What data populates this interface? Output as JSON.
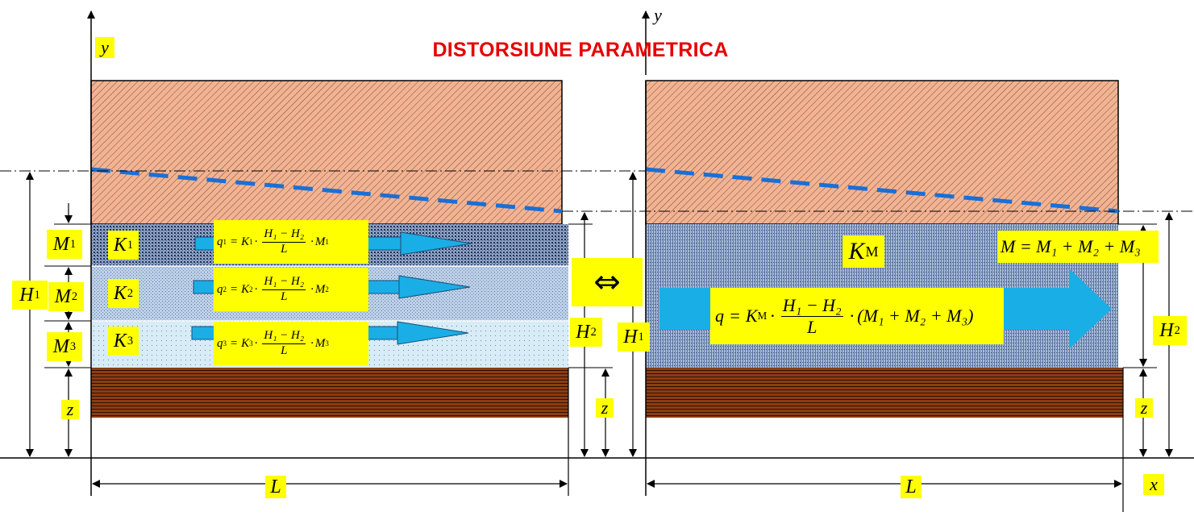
{
  "title": "DISTORSIUNE PARAMETRICA",
  "labels": {
    "y_left": "y",
    "y_right": "y",
    "x_axis": "x",
    "L": "L",
    "z": "z",
    "H": "H",
    "M": "M",
    "K": "K",
    "KM_sub": "M",
    "sub1": "1",
    "sub2": "2",
    "sub3": "3"
  },
  "formulas": {
    "q_prefix": "q",
    "K_symbol": "K",
    "fraction_num": "H₁ − H₂",
    "fraction_den": "L",
    "eq": "=",
    "dot": "·",
    "q_total_tail": "(M₁ + M₂ + M₃)",
    "m_sum": "M = M₁ + M₂ + M₃"
  },
  "equivalence_symbol": "⇔",
  "colors": {
    "title": "#e60000",
    "label_bg": "#ffff00",
    "arrow": "#1aaee6",
    "water_table": "#1a6fd6",
    "upper_soil": "#f0b090",
    "layer1": "#5a7096",
    "layer2": "#a9c3e0",
    "layer3": "#cfe7f3",
    "aquifer": "#90a8cc",
    "bedrock": "#8a3a12"
  }
}
